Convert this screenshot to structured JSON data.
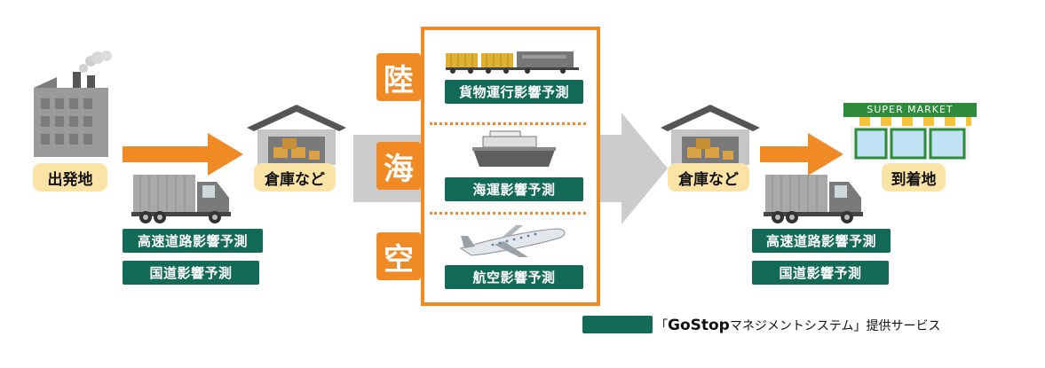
{
  "origin": {
    "label": "出発地"
  },
  "destination": {
    "label": "到着地"
  },
  "warehouse_left": {
    "label": "倉庫など"
  },
  "warehouse_right": {
    "label": "倉庫など"
  },
  "supermarket": {
    "sign": "SUPER MARKET"
  },
  "road_left": {
    "highway": "高速道路影響予測",
    "national": "国道影響予測"
  },
  "road_right": {
    "highway": "高速道路影響予測",
    "national": "国道影響予測"
  },
  "modes": [
    {
      "kanji": "陸",
      "service": "貨物運行影響予測"
    },
    {
      "kanji": "海",
      "service": "海運影響予測"
    },
    {
      "kanji": "空",
      "service": "航空影響予測"
    }
  ],
  "legend": {
    "open": "「",
    "brand": "GoStop",
    "rest": "マネジメントシステム」提供サービス"
  },
  "colors": {
    "orange": "#f08a24",
    "teal": "#136a57",
    "pill": "#fbe3a6",
    "gray_arrow": "#cccccc"
  }
}
